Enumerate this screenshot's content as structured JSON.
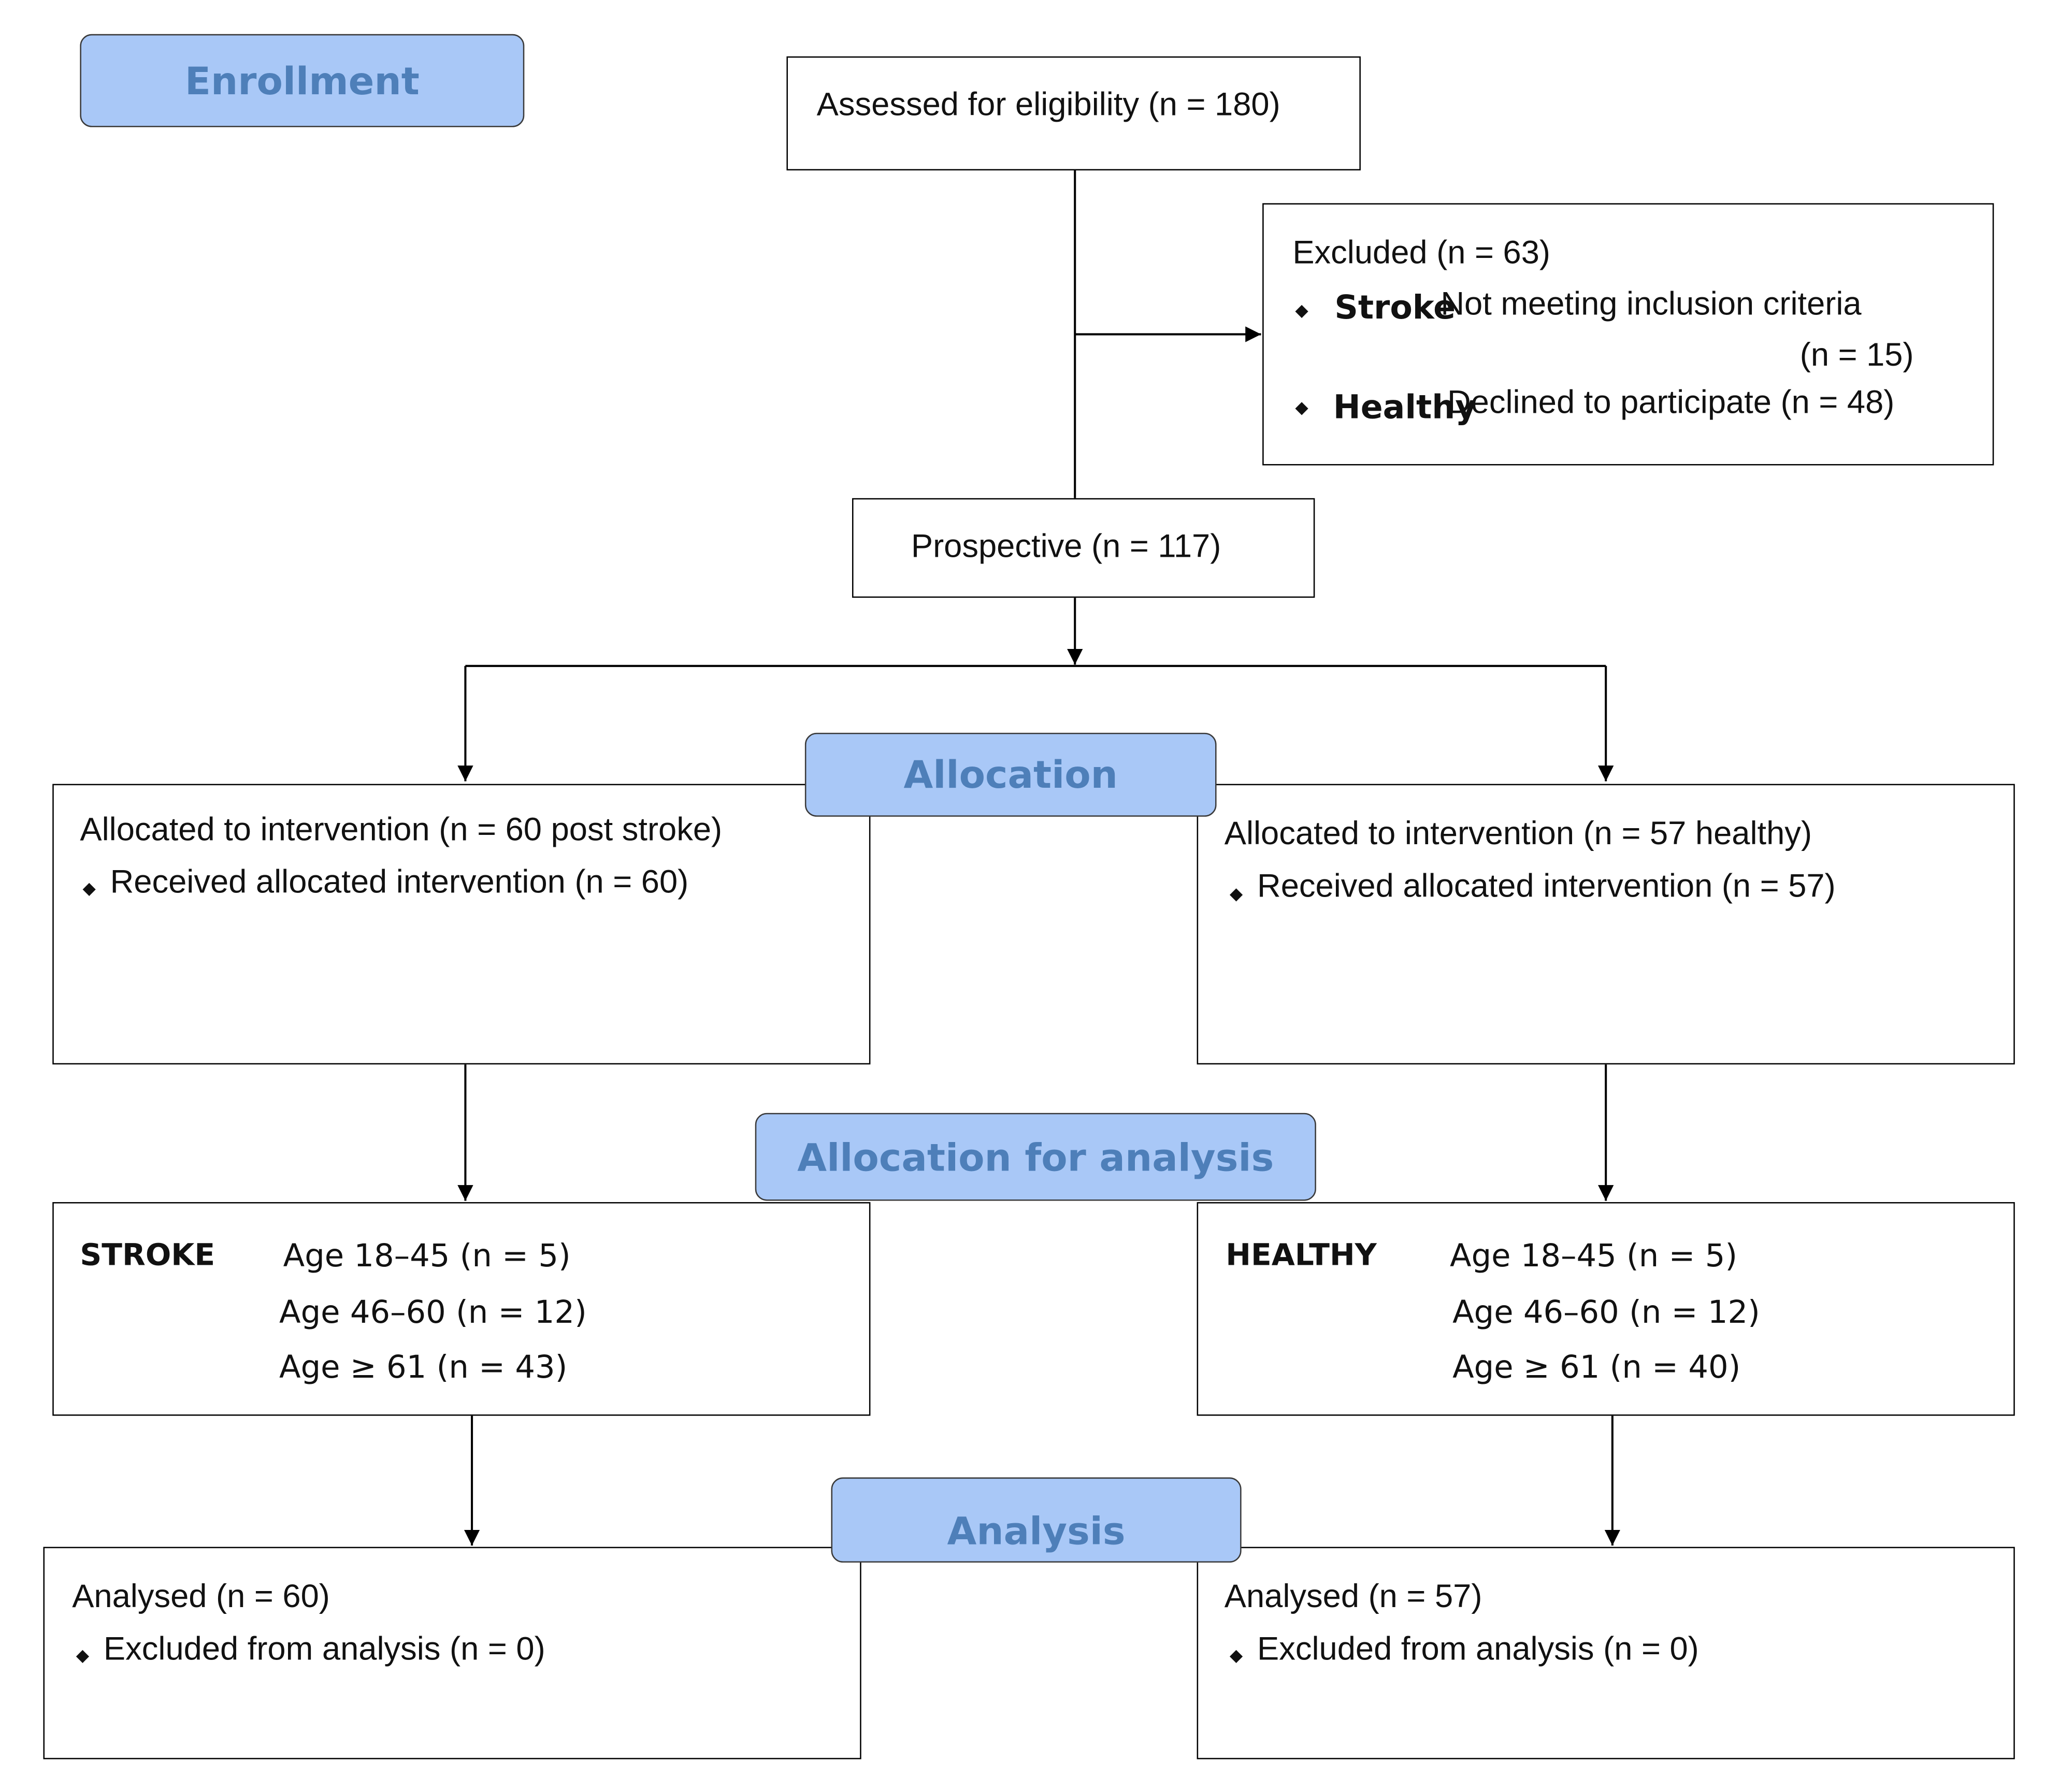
{
  "phases": {
    "enrollment": "Enrollment",
    "allocation": "Allocation",
    "allocation_analysis": "Allocation for analysis",
    "analysis": "Analysis"
  },
  "assessed": "Assessed for eligibility (n = 180)",
  "excluded": {
    "title": "Excluded  (n = 63)",
    "item1_tag": "Stroke",
    "item1_text": "Not meeting inclusion criteria",
    "item1_count": "(n = 15)",
    "item2_tag": "Healthy",
    "item2_text": "Declined to participate (n = 48)"
  },
  "prospective": "Prospective (n = 117)",
  "left_alloc": {
    "title": "Allocated to intervention (n = 60 post stroke)",
    "item": "Received allocated intervention (n = 60)"
  },
  "right_alloc": {
    "title": "Allocated to intervention (n = 57 healthy)",
    "item": "Received allocated intervention (n = 57)"
  },
  "stroke": {
    "label": "STROKE",
    "ages": [
      "Age 18–45 (n = 5)",
      "Age 46–60 (n = 12)",
      "Age ≥ 61 (n = 43)"
    ]
  },
  "healthy": {
    "label": "HEALTHY",
    "ages": [
      "Age 18–45 (n = 5)",
      "Age 46–60 (n = 12)",
      "Age ≥ 61 (n = 40)"
    ]
  },
  "left_analysis": {
    "title": "Analysed  (n = 60)",
    "item": "Excluded from analysis (n = 0)"
  },
  "right_analysis": {
    "title": "Analysed  (n = 57)",
    "item": "Excluded from analysis (n = 0)"
  },
  "colors": {
    "phase_fill": "#a9c8f7",
    "phase_text": "#4e7fb9",
    "line": "#000000"
  }
}
